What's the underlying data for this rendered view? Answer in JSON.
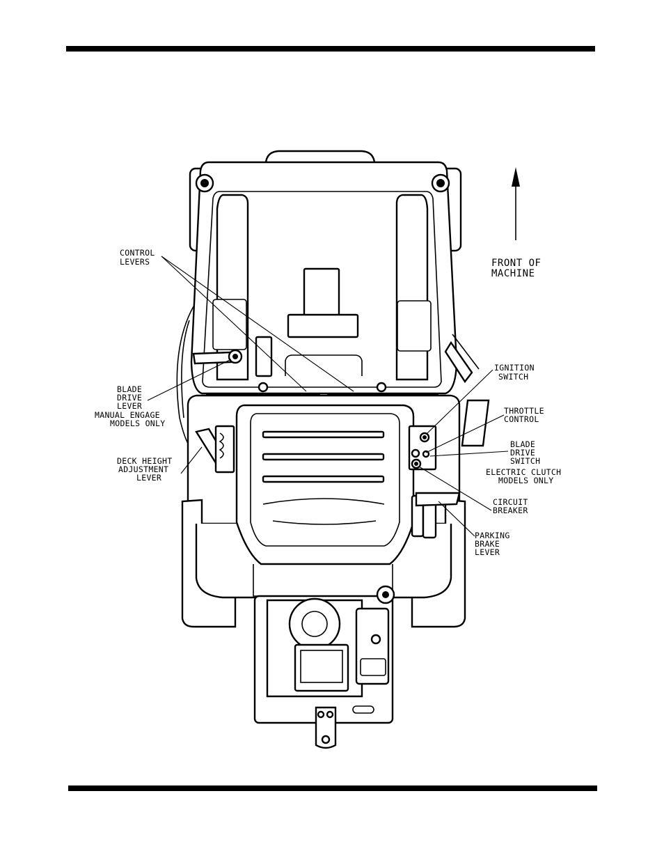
{
  "labels": {
    "control_levers": [
      "CONTROL",
      "LEVERS"
    ],
    "front_of_machine": [
      "FRONT OF",
      "MACHINE"
    ],
    "ignition_switch": [
      "IGNITION",
      "SWITCH"
    ],
    "throttle_control": [
      "THROTTLE",
      "CONTROL"
    ],
    "blade_drive_switch": [
      "BLADE",
      "DRIVE",
      "SWITCH"
    ],
    "electric_clutch": [
      "ELECTRIC CLUTCH",
      "MODELS ONLY"
    ],
    "circuit_breaker": [
      "CIRCUIT",
      "BREAKER"
    ],
    "parking_brake_lever": [
      "PARKING",
      "BRAKE",
      "LEVER"
    ],
    "blade_drive_lever": [
      "BLADE",
      "DRIVE",
      "LEVER"
    ],
    "manual_engage": [
      "MANUAL ENGAGE",
      "MODELS ONLY"
    ],
    "deck_height_lever": [
      "DECK HEIGHT",
      "ADJUSTMENT",
      "LEVER"
    ]
  }
}
